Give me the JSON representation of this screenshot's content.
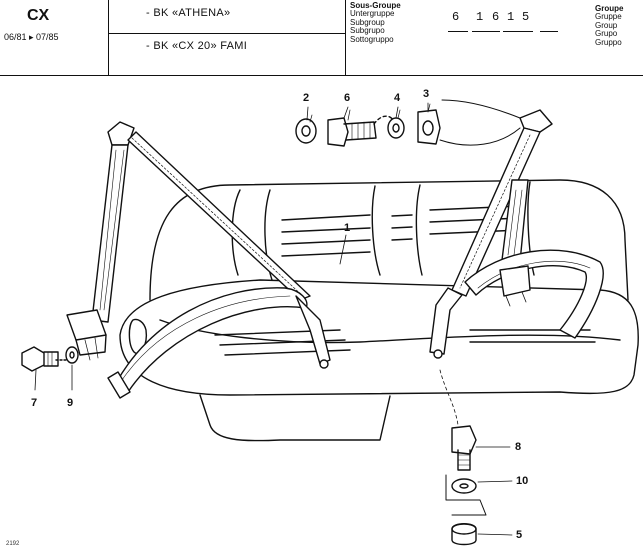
{
  "header": {
    "model": "CX",
    "period": "06/81 ▸ 07/85",
    "variants": [
      "- BK «ATHENA»",
      "- BK «CX 20» FAMI"
    ],
    "subgroup_labels": [
      "Sous-Groupe",
      "Untergruppe",
      "Subgroup",
      "Subgrupo",
      "Sottogruppo"
    ],
    "group_labels": [
      "Groupe",
      "Gruppe",
      "Group",
      "Grupo",
      "Gruppo"
    ],
    "code_digits": [
      "6",
      "1",
      "6",
      "1",
      "5"
    ]
  },
  "callouts": [
    {
      "id": "c2",
      "label": "2"
    },
    {
      "id": "c6",
      "label": "6"
    },
    {
      "id": "c4",
      "label": "4"
    },
    {
      "id": "c3",
      "label": "3"
    },
    {
      "id": "c1",
      "label": "1"
    },
    {
      "id": "c7",
      "label": "7"
    },
    {
      "id": "c9",
      "label": "9"
    },
    {
      "id": "c8",
      "label": "8"
    },
    {
      "id": "c10",
      "label": "10"
    },
    {
      "id": "c5",
      "label": "5"
    }
  ],
  "page_ref": "2192"
}
